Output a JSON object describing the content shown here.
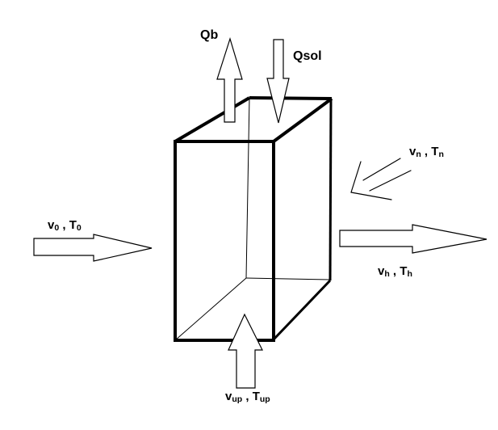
{
  "labels": {
    "q_b": "Qb",
    "q_sol": "Qsol",
    "v0": {
      "main": "v",
      "main_sub": "0",
      "sep": " , ",
      "temp": "T",
      "temp_sub": "0"
    },
    "vn": {
      "main": "v",
      "main_sub": "n",
      "sep": " , ",
      "temp": "T",
      "temp_sub": "n"
    },
    "vh": {
      "main": "v",
      "main_sub": "h",
      "sep": " , ",
      "temp": "T",
      "temp_sub": "h"
    },
    "vup": {
      "main": "v",
      "main_sub": "up",
      "sep": " , ",
      "temp": "T",
      "temp_sub": "up"
    }
  },
  "colors": {
    "stroke": "#000000",
    "background": "#ffffff"
  }
}
